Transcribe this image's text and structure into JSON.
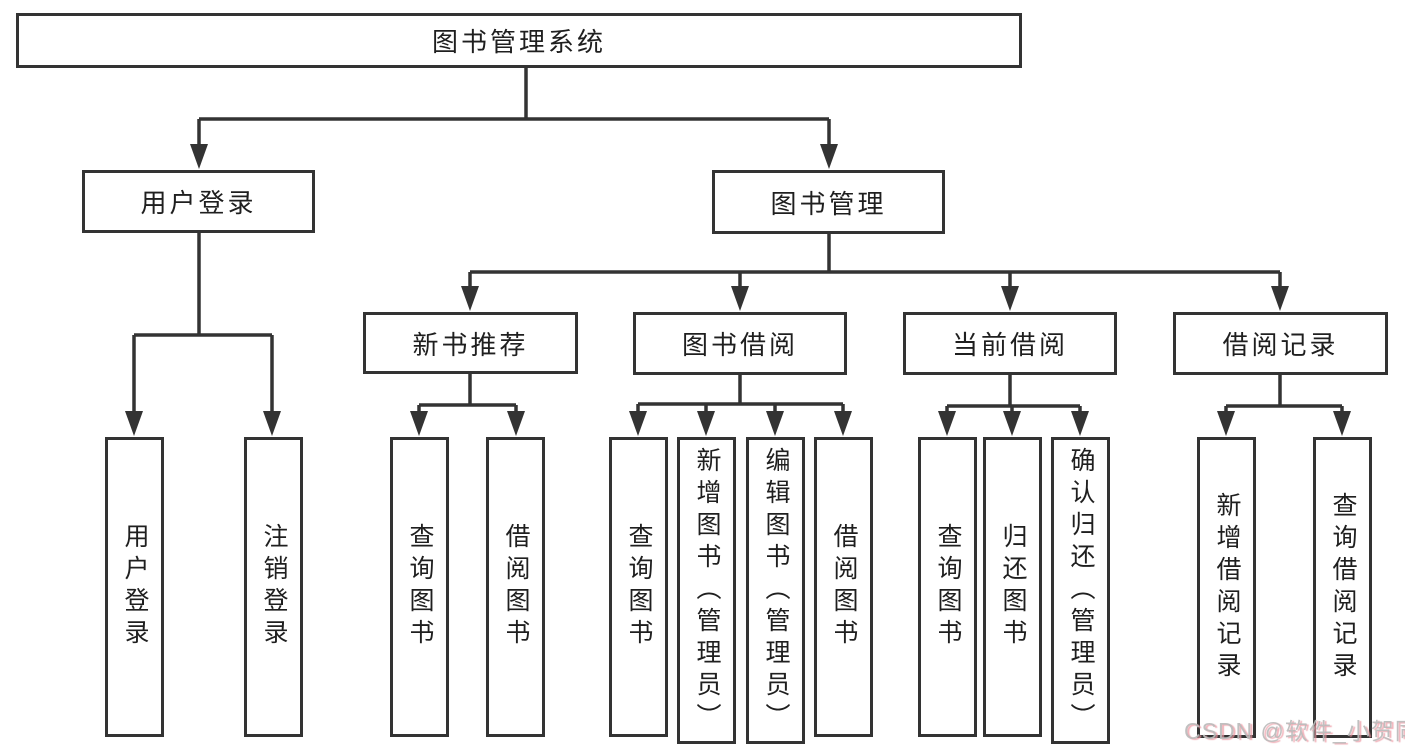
{
  "tree": {
    "label": "图书管理系统",
    "children": [
      {
        "label": "用户登录",
        "children": [
          {
            "label": "用户登录"
          },
          {
            "label": "注销登录"
          }
        ]
      },
      {
        "label": "图书管理",
        "children": [
          {
            "label": "新书推荐",
            "children": [
              {
                "label": "查询图书"
              },
              {
                "label": "借阅图书"
              }
            ]
          },
          {
            "label": "图书借阅",
            "children": [
              {
                "label": "查询图书"
              },
              {
                "label": "新增图书（管理员）"
              },
              {
                "label": "编辑图书（管理员）"
              },
              {
                "label": "借阅图书"
              }
            ]
          },
          {
            "label": "当前借阅",
            "children": [
              {
                "label": "查询图书"
              },
              {
                "label": "归还图书"
              },
              {
                "label": "确认归还（管理员）"
              }
            ]
          },
          {
            "label": "借阅记录",
            "children": [
              {
                "label": "新增借阅记录"
              },
              {
                "label": "查询借阅记录"
              }
            ]
          }
        ]
      }
    ]
  },
  "watermark": {
    "text": "CSDN @软件_小贺同学"
  },
  "colors": {
    "line": "#333333",
    "box_border": "#333333",
    "background": "#ffffff",
    "watermark_text": "#bbbbbb",
    "watermark_shadow": "#ec96a0"
  }
}
